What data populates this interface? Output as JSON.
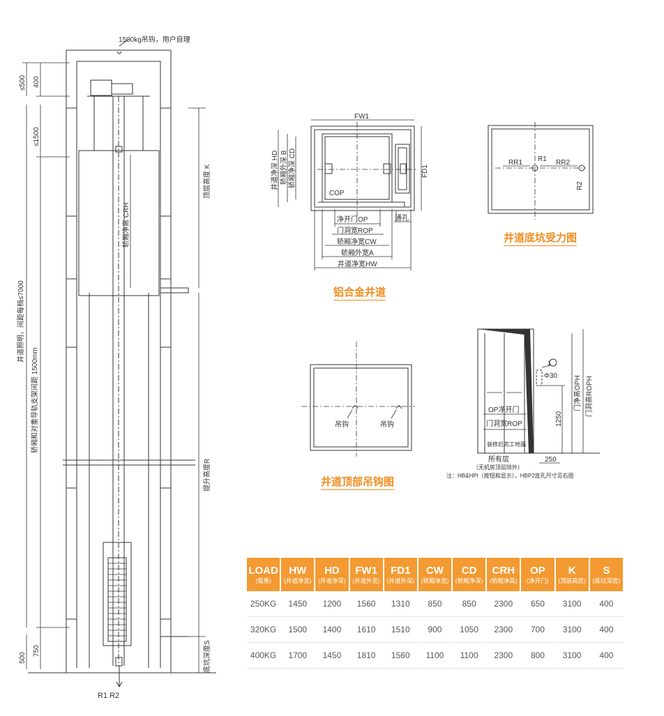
{
  "left_view": {
    "hook_label": "1500kg吊钩，用户自理",
    "dim_top_500": "≤500",
    "dim_top_400": "400",
    "dim_1500": "≤1500",
    "lighting_label": "井道照明，间距每档≤7000",
    "rail_label": "轿厢和对重导轨支架间距 1500mm",
    "crh_label": "轿厢净高 CRH",
    "k_label": "顶层高度 K",
    "r_label": "提升高度R",
    "s_label": "底坑深度S",
    "dim_bottom_500": "500",
    "dim_bottom_750": "750",
    "bottom_label": "R1 R2"
  },
  "shaft_plan": {
    "fw1": "FW1",
    "fd1": "FD1",
    "hd": "井道净深 HD",
    "b": "轿厢外深 B",
    "cd": "轿厢净深 CD",
    "cop": "COP",
    "op": "净开门OP",
    "rop": "门洞宽ROP",
    "cw": "轿厢净宽CW",
    "a": "轿厢外宽A",
    "hw": "井道净宽HW",
    "vent": "通孔",
    "caption": "铝合金井道"
  },
  "pit_plan": {
    "rr1": "RR1",
    "r1": "R1",
    "rr2": "RR2",
    "r2": "R2",
    "caption": "井道底坑受力图"
  },
  "top_plan": {
    "hook1": "吊钩",
    "hook2": "吊钩",
    "caption": "井道顶部吊钩图"
  },
  "door_view": {
    "circle_num": "1",
    "phi": "Φ30",
    "oph": "门净高OPH",
    "roph": "门洞高ROPH",
    "op": "OP净开门",
    "rop": "门洞宽ROP",
    "floor": "装修后完工地面",
    "dim_1250": "1250",
    "dim_250": "250",
    "note1": "所有层",
    "note2": "（无机房顶层除外）",
    "note3": "注：HB&HPI（按钮和显示），HBP2底孔尺寸见右图"
  },
  "table": {
    "headers": [
      {
        "code": "LOAD",
        "name": "(载重)"
      },
      {
        "code": "HW",
        "name": "(井道净宽)"
      },
      {
        "code": "HD",
        "name": "(井道净深)"
      },
      {
        "code": "FW1",
        "name": "(井道外宽)"
      },
      {
        "code": "FD1",
        "name": "(井道外深)"
      },
      {
        "code": "CW",
        "name": "(轿厢净宽)"
      },
      {
        "code": "CD",
        "name": "(轿厢净深)"
      },
      {
        "code": "CRH",
        "name": "(轿厢净高)"
      },
      {
        "code": "OP",
        "name": "(净开门)"
      },
      {
        "code": "K",
        "name": "(顶层高度)"
      },
      {
        "code": "S",
        "name": "(底坑深度)"
      }
    ],
    "rows": [
      [
        "250KG",
        "1450",
        "1200",
        "1560",
        "1310",
        "850",
        "850",
        "2300",
        "650",
        "3100",
        "400"
      ],
      [
        "320KG",
        "1500",
        "1400",
        "1610",
        "1510",
        "900",
        "1050",
        "2300",
        "700",
        "3100",
        "400"
      ],
      [
        "400KG",
        "1700",
        "1450",
        "1810",
        "1560",
        "1100",
        "1100",
        "2300",
        "800",
        "3100",
        "400"
      ]
    ]
  },
  "colors": {
    "accent": "#f08c1e",
    "header_bg": "#f39a32",
    "line": "#333333"
  }
}
